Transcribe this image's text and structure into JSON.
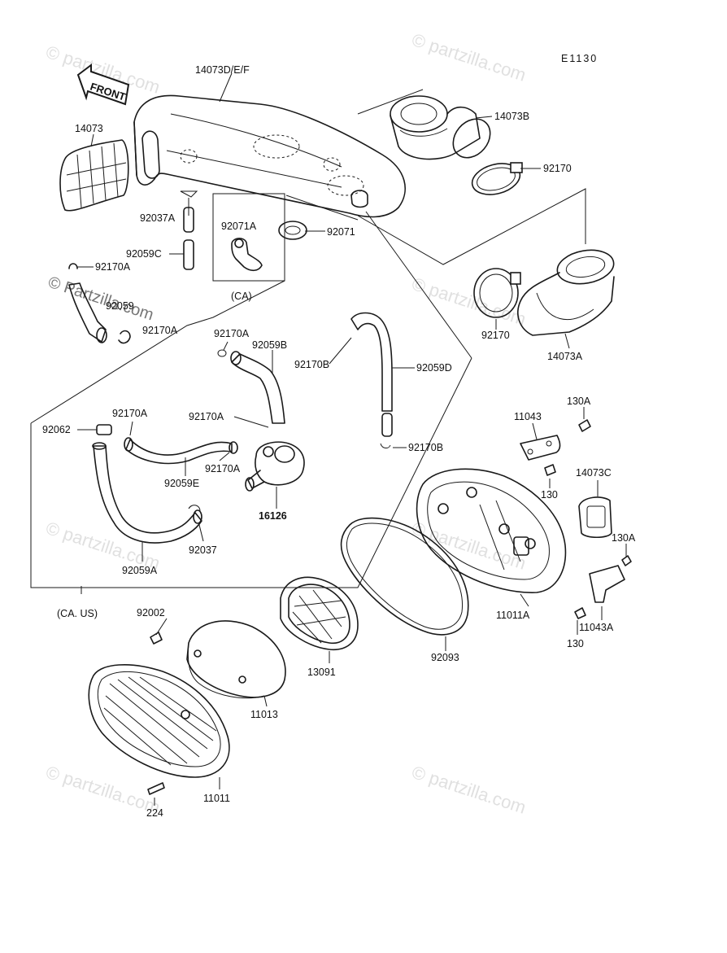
{
  "diagram_code": "E1130",
  "front_label": "FRONT",
  "watermark": "© partzilla.com",
  "watermark_alt": "© Partzilla.com",
  "region_labels": {
    "ca": "(CA)",
    "ca_us": "(CA. US)"
  },
  "parts": {
    "p14073DEF": "14073D/E/F",
    "p14073": "14073",
    "p14073B": "14073B",
    "p92170_top": "92170",
    "p92037A": "92037A",
    "p92071A": "92071A",
    "p92071": "92071",
    "p92059C": "92059C",
    "p92170A_left": "92170A",
    "p92059_left": "92059",
    "p92170A_left2": "92170A",
    "p92170_mid": "92170",
    "p14073A": "14073A",
    "p92170A_a": "92170A",
    "p92059B": "92059B",
    "p92170B_a": "92170B",
    "p92059D": "92059D",
    "p92062": "92062",
    "p92170A_b": "92170A",
    "p92170A_c": "92170A",
    "p92170A_d": "92170A",
    "p92059E": "92059E",
    "p92170B_b": "92170B",
    "p16126": "16126",
    "p92037": "92037",
    "p92059A": "92059A",
    "p130A_top": "130A",
    "p11043": "11043",
    "p130_a": "130",
    "p14073C": "14073C",
    "p130A_b": "130A",
    "p11011A": "11011A",
    "p11043A": "11043A",
    "p130_b": "130",
    "p92002": "92002",
    "p13091": "13091",
    "p92093": "92093",
    "p11013": "11013",
    "p11011": "11011",
    "p224": "224"
  }
}
